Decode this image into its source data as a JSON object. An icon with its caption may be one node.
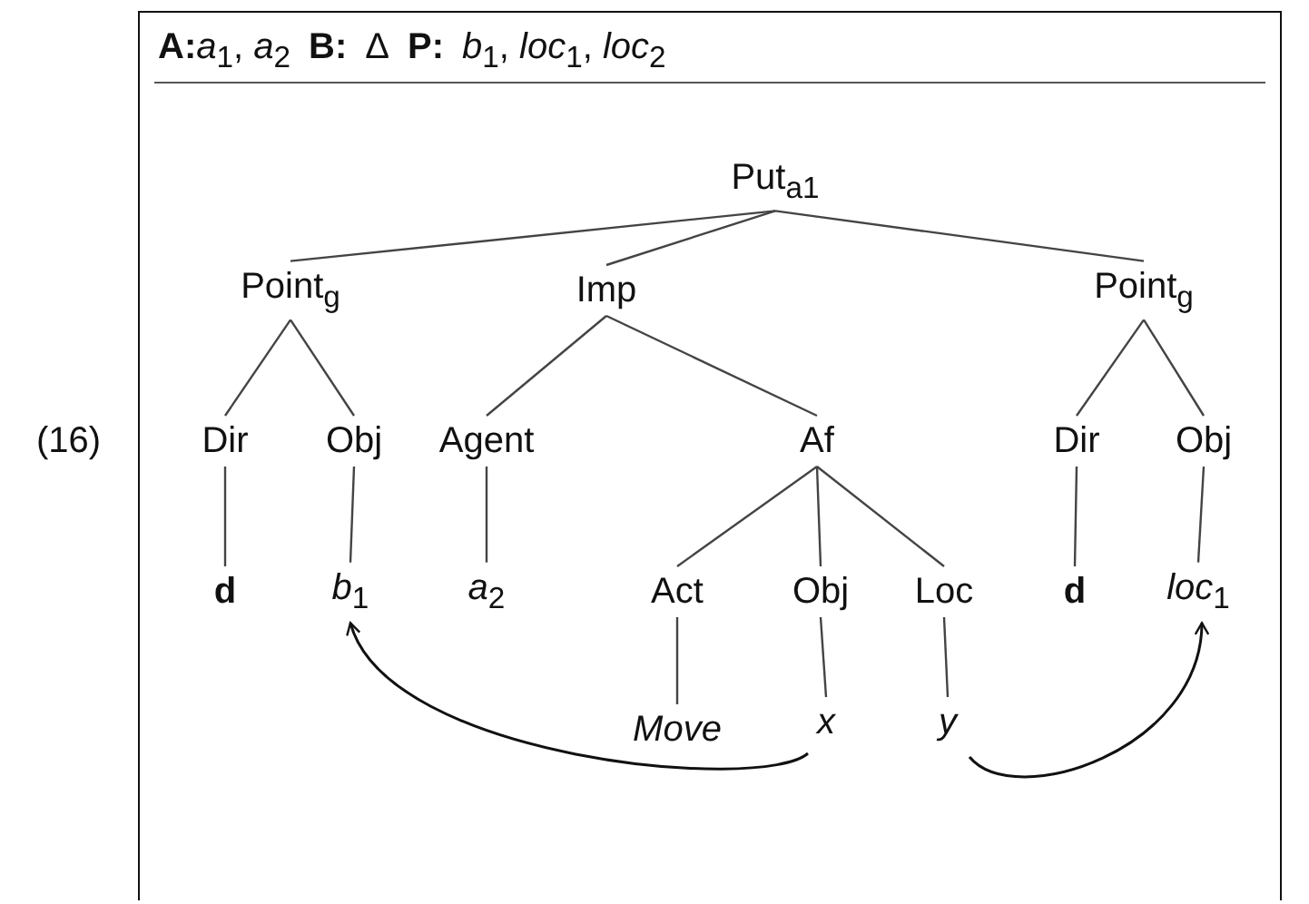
{
  "diagram": {
    "nodes": [
      {
        "text": [
          "Put$_{a1}$"
        ]
      },
      {
        "text": [
          "Point$_{g}$"
        ]
      },
      {
        "text": [
          "Imp"
        ]
      },
      {
        "text": [
          "Point$_{g}$"
        ]
      },
      {
        "text": [
          "Dir"
        ]
      },
      {
        "text": [
          "Obj"
        ]
      },
      {
        "text": [
          "Agent"
        ]
      },
      {
        "text": [
          "Af"
        ]
      },
      {
        "text": [
          "Dir"
        ]
      },
      {
        "text": [
          "Obj"
        ]
      },
      {
        "text": [
          "**d**"
        ]
      },
      {
        "text": [
          "*b*$_{1}$"
        ]
      },
      {
        "text": [
          "*a*$_{2}$"
        ]
      },
      {
        "text": [
          "Act"
        ]
      },
      {
        "text": [
          "Obj"
        ]
      },
      {
        "text": [
          "Loc"
        ]
      },
      {
        "text": [
          "**d**"
        ]
      },
      {
        "text": [
          "*loc*$_{1}$"
        ]
      },
      {
        "text": [
          "*Move*"
        ]
      },
      {
        "text": [
          "*x*"
        ]
      },
      {
        "text": [
          "*y*"
        ]
      }
    ],
    "edges": [
      {
        "from": 0,
        "to": 1,
        "arrow": "none"
      },
      {
        "from": 0,
        "to": 2,
        "arrow": "none"
      },
      {
        "from": 0,
        "to": 3,
        "arrow": "none"
      },
      {
        "from": 1,
        "to": 4,
        "arrow": "none"
      },
      {
        "from": 1,
        "to": 5,
        "arrow": "none"
      },
      {
        "from": 2,
        "to": 6,
        "arrow": "none"
      },
      {
        "from": 2,
        "to": 7,
        "arrow": "none"
      },
      {
        "from": 3,
        "to": 8,
        "arrow": "none"
      },
      {
        "from": 3,
        "to": 9,
        "arrow": "none"
      },
      {
        "from": 4,
        "to": 10,
        "arrow": "none"
      },
      {
        "from": 5,
        "to": 11,
        "arrow": "none"
      },
      {
        "from": 6,
        "to": 12,
        "arrow": "none"
      },
      {
        "from": 7,
        "to": 13,
        "arrow": "none"
      },
      {
        "from": 7,
        "to": 14,
        "arrow": "none"
      },
      {
        "from": 7,
        "to": 15,
        "arrow": "none"
      },
      {
        "from": 8,
        "to": 16,
        "arrow": "none"
      },
      {
        "from": 9,
        "to": 17,
        "arrow": "none"
      },
      {
        "from": 13,
        "to": 18,
        "arrow": "none"
      },
      {
        "from": 14,
        "to": 19,
        "arrow": "none"
      },
      {
        "from": 15,
        "to": 20,
        "arrow": "none"
      },
      {
        "from": 19,
        "to": 11,
        "arrow": "to"
      },
      {
        "from": 20,
        "to": 17,
        "arrow": "to"
      }
    ],
    "labels": [
      "A:",
      "*a*$_{1}$, *a*$_{2}$",
      "B:",
      "Δ",
      "P:",
      "*b*$_{1}$, *loc*$_{1}$, *loc*$_{2}$",
      "(16)"
    ]
  }
}
